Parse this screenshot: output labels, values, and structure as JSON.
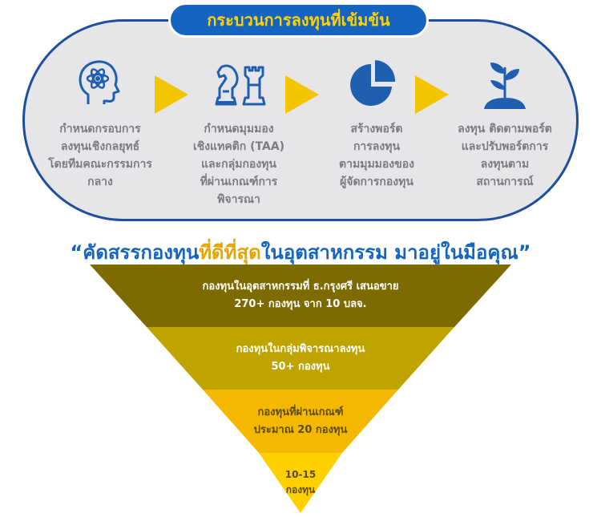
{
  "title": "กระบวนการลงทุนที่เข้มข้น",
  "steps": [
    {
      "label": "กำหนดกรอบการ\nลงทุนเชิงกลยุทธ์\nโดยทีมคณะกรรมการ\nกลาง",
      "icon": "brain-atom-icon"
    },
    {
      "label": "กำหนดมุมมอง\nเชิงแทคติก (TAA)\nและกลุ่มกองทุน\nที่ผ่านเกณฑ์การ\nพิจารณา",
      "icon": "chess-pieces-icon"
    },
    {
      "label": "สร้างพอร์ต\nการลงทุน\nตามมุมมองของ\nผู้จัดการกองทุน",
      "icon": "pie-chart-icon"
    },
    {
      "label": "ลงทุน ติดตามพอร์ต\nและปรับพอร์ตการ\nลงทุนตาม\nสถานการณ์",
      "icon": "plant-hand-icon"
    }
  ],
  "tagline": {
    "open_quote": "“",
    "part1": "คัดสรรกองทุน",
    "highlight": "ที่ดีที่สุด",
    "part2": "ในอุตสาหกรรม มาอยู่ในมือคุณ",
    "close_quote": "”"
  },
  "funnel": [
    {
      "text": "กองทุนในอุตสาหกรรมที่ ธ.กรุงศรี เสนอขาย\n270+ กองทุน จาก 10 บลจ.",
      "color": "#7d6b00"
    },
    {
      "text": "กองทุนในกลุ่มพิจารณาลงทุน\n50+ กองทุน",
      "color": "#bfa400"
    },
    {
      "text": "กองทุนที่ผ่านเกณฑ์\nประมาณ 20 กองทุน",
      "color": "#f5b800"
    },
    {
      "text": "10-15\nกองทุน",
      "color": "#ffd000"
    }
  ],
  "colors": {
    "accent": "#1565c0",
    "highlight": "#e6a400",
    "arrow": "#f2c500",
    "icon": "#1e5fb0",
    "text_gray": "#7b7b80"
  }
}
